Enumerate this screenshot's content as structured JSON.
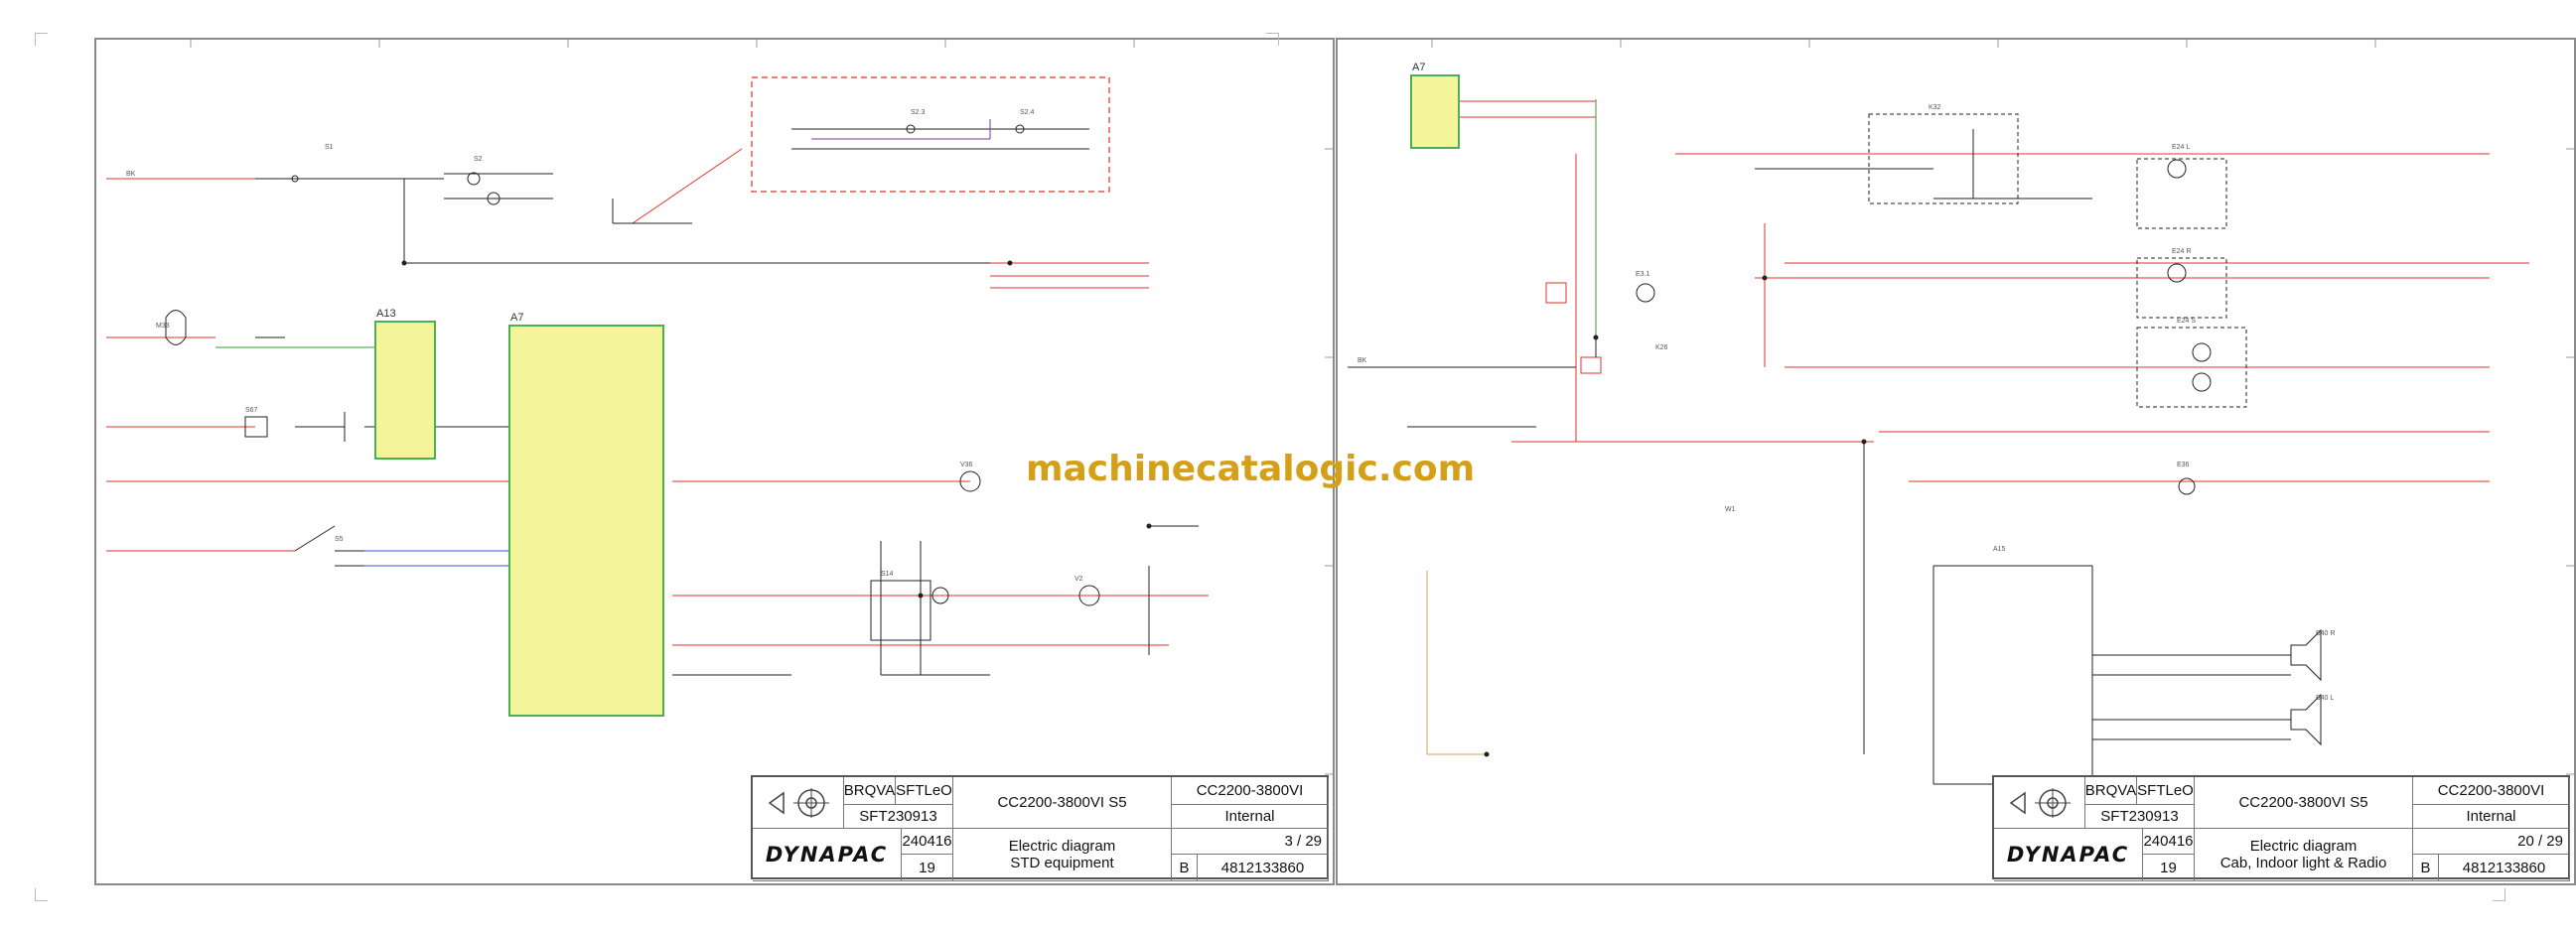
{
  "watermark": "machinecatalogic.com",
  "sheets": [
    {
      "company": "DYNAPAC",
      "approved": "BRQVA",
      "designer": "SFTLeO",
      "doc_number": "SFT230913",
      "date": "240416",
      "revision_count": "19",
      "machine": "CC2200-3800VI S5",
      "model": "CC2200-3800VI",
      "classification": "Internal",
      "title_line1": "Electric diagram",
      "title_line2": "STD equipment",
      "page": "3 / 29",
      "revision": "B",
      "part_number": "4812133860",
      "components": {
        "a13": "A13",
        "a7": "A7"
      }
    },
    {
      "company": "DYNAPAC",
      "approved": "BRQVA",
      "designer": "SFTLeO",
      "doc_number": "SFT230913",
      "date": "240416",
      "revision_count": "19",
      "machine": "CC2200-3800VI S5",
      "model": "CC2200-3800VI",
      "classification": "Internal",
      "title_line1": "Electric diagram",
      "title_line2": "Cab, Indoor light & Radio",
      "page": "20 / 29",
      "revision": "B",
      "part_number": "4812133860",
      "components": {
        "a7": "A7"
      }
    }
  ],
  "colors": {
    "component_fill": "#f4f59a",
    "component_border": "#4caf50",
    "wire_red": "#e0302b",
    "wire_black": "#222222",
    "wire_green": "#3a9a3a",
    "wire_blue": "#3b4fd0",
    "wire_purple": "#7a3aa0",
    "watermark": "#d4a017"
  }
}
